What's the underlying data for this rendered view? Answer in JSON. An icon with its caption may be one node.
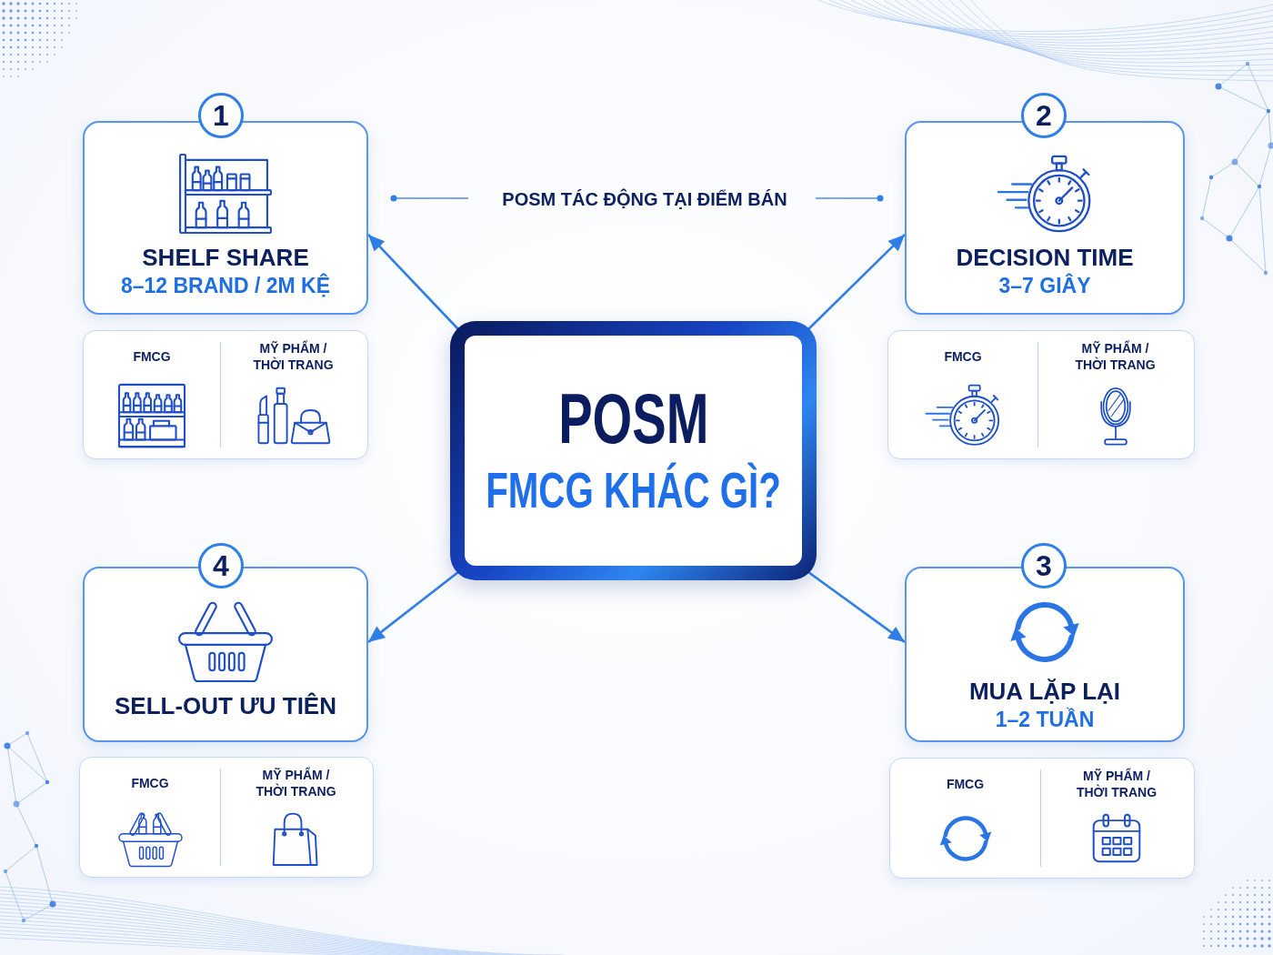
{
  "diagram": {
    "nodes": [
      {
        "text": [
          "1"
        ]
      },
      {
        "text": [
          "SHELF SHARE",
          "8–12 BRAND / 2M KỆ"
        ]
      },
      {
        "text": [
          "FMCG",
          "MỸ PHẨM / THỜI TRANG"
        ]
      },
      {
        "text": [
          "2"
        ]
      },
      {
        "text": [
          "DECISION TIME",
          "3–7 GIÂY"
        ]
      },
      {
        "text": [
          "FMCG",
          "MỸ PHẨM / THỜI TRANG"
        ]
      },
      {
        "text": [
          "POSM",
          "FMCG KHÁC GÌ?"
        ]
      },
      {
        "text": [
          "4"
        ]
      },
      {
        "text": [
          "SELL-OUT ƯU TIÊN"
        ]
      },
      {
        "text": [
          "FMCG",
          "MỸ PHẨM / THỜI TRANG"
        ]
      },
      {
        "text": [
          "3"
        ]
      },
      {
        "text": [
          "MUA LẶP LẠI",
          "1–2 TUẦN"
        ]
      },
      {
        "text": [
          "FMCG",
          "MỸ PHẨM / THỜI TRANG"
        ]
      }
    ],
    "edges": [
      {
        "from": 6,
        "to": 1,
        "arrow": "to"
      },
      {
        "from": 6,
        "to": 4,
        "arrow": "to"
      },
      {
        "from": 6,
        "to": 11,
        "arrow": "to"
      },
      {
        "from": 6,
        "to": 8,
        "arrow": "to"
      }
    ],
    "labels": [
      "POSM TÁC ĐỘNG TẠI ĐIỂM BÁN"
    ]
  }
}
